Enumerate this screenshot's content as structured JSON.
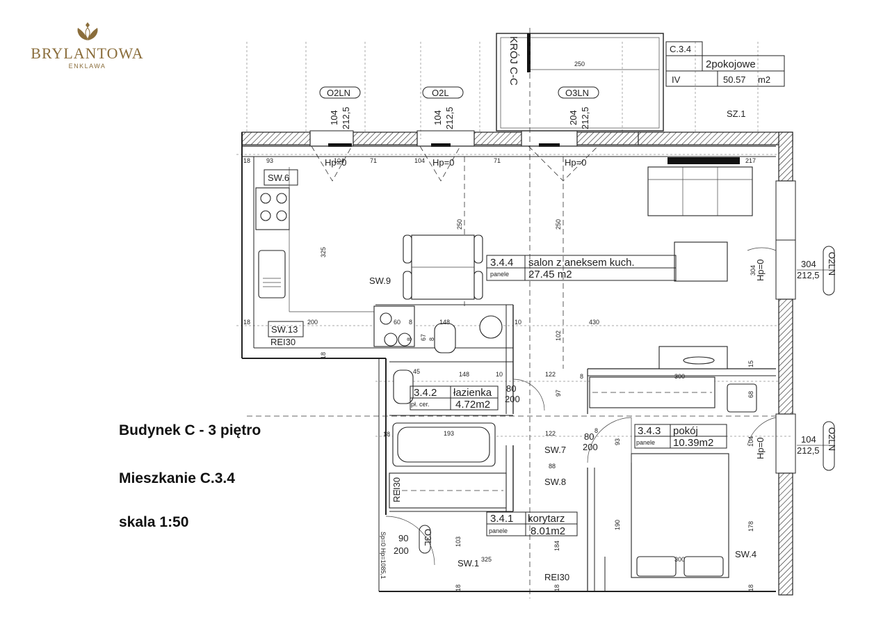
{
  "brand": {
    "name": "BRYLANTOWA",
    "subtitle": "ENKLAWA",
    "logo_icon": "lotus-diamond-icon",
    "accent_color": "#8a6d3b"
  },
  "captions": {
    "building": "Budynek C - 3 piętro",
    "apartment": "Mieszkanie C.3.4",
    "scale": "skala 1:50"
  },
  "title_block": {
    "unit_id": "C.3.4",
    "type": "2pokojowe",
    "floor": "IV",
    "area": "50.57",
    "area_unit": "m2"
  },
  "section_label": "KRÓJ C-C",
  "rooms": [
    {
      "id": "3.4.4",
      "name": "salon z aneksem kuch.",
      "finish": "panele",
      "area": "27.45 m2"
    },
    {
      "id": "3.4.2",
      "name": "łazienka",
      "finish": "pł. cer.",
      "area": "4.72m2"
    },
    {
      "id": "3.4.3",
      "name": "pokój",
      "finish": "panele",
      "area": "10.39m2"
    },
    {
      "id": "3.4.1",
      "name": "korytarz",
      "finish": "panele",
      "area": "8.01m2"
    }
  ],
  "wall_tags": [
    "SW.6",
    "SW.9",
    "SW.13",
    "SW.7",
    "SW.8",
    "SW.1",
    "SW.4",
    "SZ.1"
  ],
  "fire_ratings": [
    "REI30",
    "REI30",
    "REI30"
  ],
  "window_tags": [
    "O2LN",
    "O2L",
    "O3LN"
  ],
  "window_dims": [
    {
      "width": "104",
      "height": "212,5"
    },
    {
      "width": "104",
      "height": "212,5"
    },
    {
      "width": "204",
      "height": "212,5"
    },
    {
      "width": "304",
      "height": "212,5"
    },
    {
      "width": "104",
      "height": "212,5"
    }
  ],
  "side_window_tags": [
    "O2LN",
    "O2LN"
  ],
  "door_tag": "O3L",
  "door_dims": [
    {
      "width": "80",
      "height": "200"
    },
    {
      "width": "80",
      "height": "200"
    },
    {
      "width": "90",
      "height": "200"
    }
  ],
  "sill_labels": [
    "Hp=0",
    "Hp=0",
    "Hp=0",
    "Hp=0",
    "Hp=0"
  ],
  "dimensions": [
    "250",
    "93",
    "104",
    "71",
    "104",
    "71",
    "217",
    "18",
    "325",
    "250",
    "250",
    "304",
    "18",
    "200",
    "60",
    "8",
    "148",
    "10",
    "430",
    "102",
    "18",
    "45",
    "148",
    "10",
    "122",
    "8",
    "300",
    "15",
    "68",
    "97",
    "193",
    "122",
    "8",
    "93",
    "104",
    "88",
    "103",
    "184",
    "190",
    "178",
    "300",
    "325",
    "18",
    "8",
    "67",
    "8",
    "18",
    "18",
    "18"
  ],
  "door_note": "Sp=0 Hp=1085,1"
}
